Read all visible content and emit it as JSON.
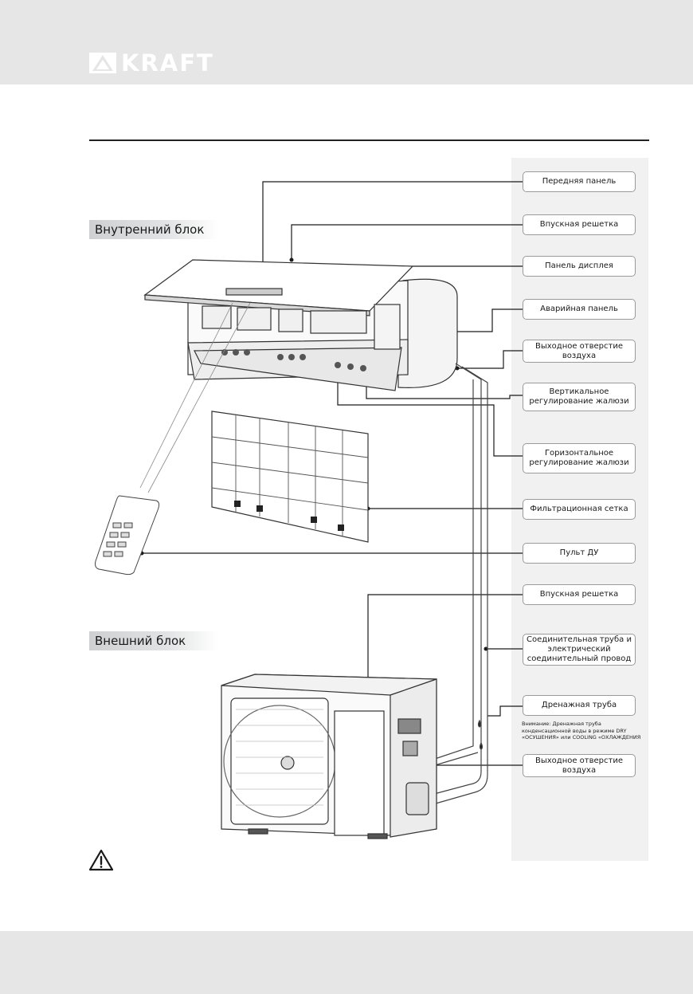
{
  "header": {
    "brand": "KRAFT"
  },
  "sections": {
    "indoor": "Внутренний блок",
    "outdoor": "Внешний блок"
  },
  "callouts": {
    "front_panel": "Передняя панель",
    "intake_grille_indoor": "Впускная решетка",
    "display_panel": "Панель дисплея",
    "emergency_panel": "Аварийная панель",
    "air_outlet_indoor": "Выходное отверстие воздуха",
    "vertical_louver": "Вертикальное регулирование жалюзи",
    "horizontal_louver": "Горизонтальное регулирование жалюзи",
    "filter_mesh": "Фильтрационная сетка",
    "remote": "Пульт ДУ",
    "intake_grille_outdoor": "Впускная решетка",
    "connecting_pipe": "Соединительная труба и электрический соединительный провод",
    "drain_pipe": "Дренажная труба",
    "air_outlet_outdoor": "Выходное отверстие воздуха"
  },
  "note": "Внимание: Дренажная труба конденсационной воды в режиме DRY «ОСУШЕНИЯ» или COOLING «ОХЛАЖДЕНИЯ",
  "icons": {
    "warning": "warning-triangle-icon",
    "logo": "kraft-logo-icon"
  }
}
